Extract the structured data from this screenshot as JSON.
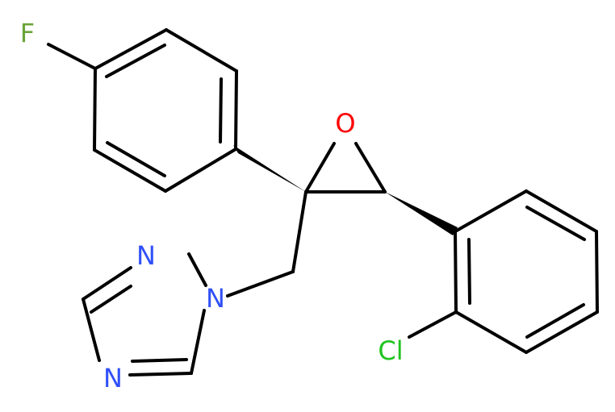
{
  "molecule": {
    "atoms": {
      "fluorine": "F",
      "oxygen": "O",
      "nitrogen_1": "N",
      "nitrogen_2": "N",
      "nitrogen_4": "N",
      "chlorine": "Cl"
    },
    "colors": {
      "bond": "#000000",
      "fluorine": "#6BA43A",
      "oxygen": "#FF0000",
      "nitrogen": "#3050F8",
      "chlorine": "#1FC41F"
    }
  }
}
